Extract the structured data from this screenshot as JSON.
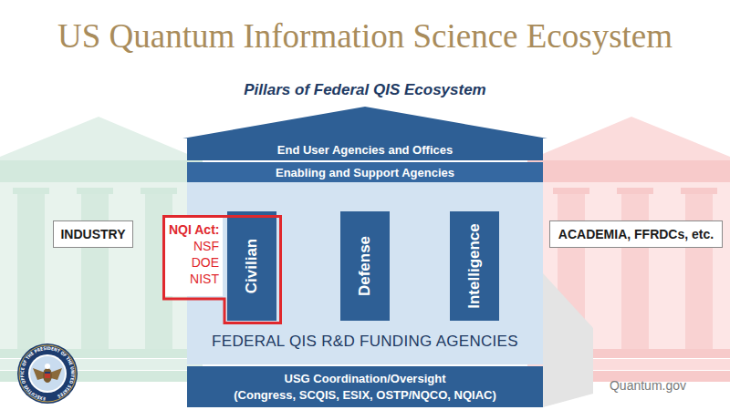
{
  "diagram": {
    "title": "US Quantum Information Science Ecosystem",
    "nodes": [
      {
        "text": [
          "INDUSTRY"
        ]
      },
      {
        "text": [
          "End User Agencies and Offices"
        ]
      },
      {
        "text": [
          "Enabling and Support Agencies"
        ]
      },
      {
        "text": [
          "FEDERAL QIS R&D FUNDING AGENCIES"
        ]
      },
      {
        "text": [
          "NQI Act:",
          "NSF DOE NIST"
        ],
        "in": 3
      },
      {
        "text": [
          "Civilian"
        ],
        "in": 4
      },
      {
        "text": [
          "Defense"
        ],
        "in": 3
      },
      {
        "text": [
          "Intelligence"
        ],
        "in": 3
      },
      {
        "text": [
          "USG Coordination/Oversight",
          "(Congress, SCQIS, ESIX, OSTP/NQCO, NQIAC)"
        ]
      },
      {
        "text": [
          "ACADEMIA, FFRDCs, etc."
        ]
      }
    ],
    "labels": [
      "Pillars of Federal QIS Ecosystem",
      "Quantum.gov",
      "EXECUTIVE OFFICE OF THE PRESIDENT OF THE UNITED STATES"
    ]
  }
}
